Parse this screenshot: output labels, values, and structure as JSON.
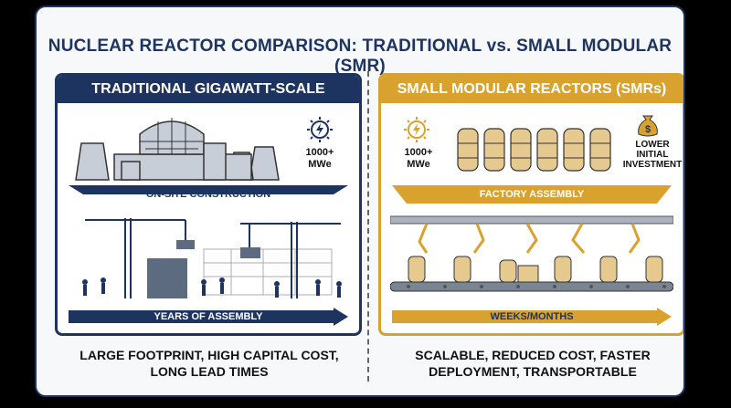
{
  "title": "NUCLEAR REACTOR COMPARISON: TRADITIONAL vs. SMALL MODULAR (SMR)",
  "left": {
    "header": "TRADITIONAL GIGAWATT-SCALE",
    "output_value": "1000+",
    "output_unit": "MWe",
    "banner": "ON-SITE CONSTRUCTION",
    "timeline": "YEARS OF ASSEMBLY",
    "caption_line1": "LARGE FOOTPRINT, HIGH CAPITAL COST,",
    "caption_line2": "LONG LEAD TIMES"
  },
  "right": {
    "header": "SMALL MODULAR REACTORS (SMRs)",
    "output_value": "1000+",
    "output_unit": "MWe",
    "cost_line1": "LOWER",
    "cost_line2": "INITIAL",
    "cost_line3": "INVESTMENT",
    "banner": "FACTORY ASSEMBLY",
    "timeline": "WEEKS/MONTHS",
    "caption_line1": "SCALABLE, REDUCED COST, FASTER",
    "caption_line2": "DEPLOYMENT, TRANSPORTABLE"
  },
  "colors": {
    "navy": "#1d3461",
    "gold": "#d9a22e",
    "grey": "#8e98a6"
  }
}
